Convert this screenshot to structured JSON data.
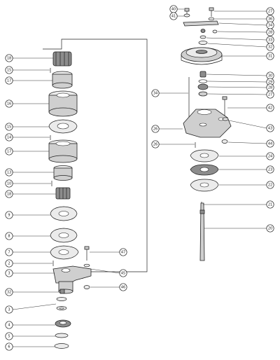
{
  "callouts": [
    {
      "id": "c1",
      "text": "18",
      "side": "left"
    },
    {
      "id": "c2",
      "text": "15",
      "side": "left"
    },
    {
      "id": "c3",
      "text": "17",
      "side": "left"
    },
    {
      "id": "c4",
      "text": "16",
      "side": "left"
    },
    {
      "id": "c5",
      "text": "15",
      "side": "left"
    },
    {
      "id": "c6",
      "text": "14",
      "side": "left"
    },
    {
      "id": "c7",
      "text": "17",
      "side": "left"
    },
    {
      "id": "c8",
      "text": "13",
      "side": "left"
    },
    {
      "id": "c9",
      "text": "10",
      "side": "left"
    },
    {
      "id": "c10",
      "text": "18",
      "side": "left"
    },
    {
      "id": "c11",
      "text": "9",
      "side": "left"
    },
    {
      "id": "c12",
      "text": "8",
      "side": "left"
    },
    {
      "id": "c13",
      "text": "7",
      "side": "left"
    },
    {
      "id": "c14",
      "text": "2",
      "side": "left"
    },
    {
      "id": "c15",
      "text": "3",
      "side": "left"
    },
    {
      "id": "c16",
      "text": "32",
      "side": "left"
    },
    {
      "id": "c17",
      "text": "3",
      "side": "left"
    },
    {
      "id": "c18",
      "text": "4",
      "side": "left"
    },
    {
      "id": "c19",
      "text": "5",
      "side": "left"
    },
    {
      "id": "c20",
      "text": "6",
      "side": "left"
    },
    {
      "id": "c21",
      "text": "47",
      "side": "right"
    },
    {
      "id": "c22",
      "text": "45",
      "side": "right"
    },
    {
      "id": "c23",
      "text": "46",
      "side": "right"
    },
    {
      "id": "c24",
      "text": "40",
      "side": "left"
    },
    {
      "id": "c25",
      "text": "41",
      "side": "left"
    },
    {
      "id": "c26",
      "text": "27",
      "side": "right"
    },
    {
      "id": "c27",
      "text": "36",
      "side": "right"
    },
    {
      "id": "c28",
      "text": "34",
      "side": "right"
    },
    {
      "id": "c29",
      "text": "28",
      "side": "right"
    },
    {
      "id": "c30",
      "text": "33",
      "side": "right"
    },
    {
      "id": "c31",
      "text": "32",
      "side": "right"
    },
    {
      "id": "c32",
      "text": "31",
      "side": "right"
    },
    {
      "id": "c33",
      "text": "30",
      "side": "right"
    },
    {
      "id": "c34",
      "text": "29",
      "side": "right"
    },
    {
      "id": "c35",
      "text": "28",
      "side": "right"
    },
    {
      "id": "c36",
      "text": "27",
      "side": "right"
    },
    {
      "id": "c37",
      "text": "34",
      "side": "left"
    },
    {
      "id": "c38",
      "text": "42",
      "side": "right"
    },
    {
      "id": "c39",
      "text": "26",
      "side": "left"
    },
    {
      "id": "c40",
      "text": "43",
      "side": "right"
    },
    {
      "id": "c41",
      "text": "44",
      "side": "right"
    },
    {
      "id": "c42",
      "text": "26",
      "side": "left"
    },
    {
      "id": "c43",
      "text": "24",
      "side": "right"
    },
    {
      "id": "c44",
      "text": "23",
      "side": "right"
    },
    {
      "id": "c45",
      "text": "22",
      "side": "right"
    },
    {
      "id": "c46",
      "text": "21",
      "side": "right"
    },
    {
      "id": "c47",
      "text": "20",
      "side": "right"
    }
  ]
}
